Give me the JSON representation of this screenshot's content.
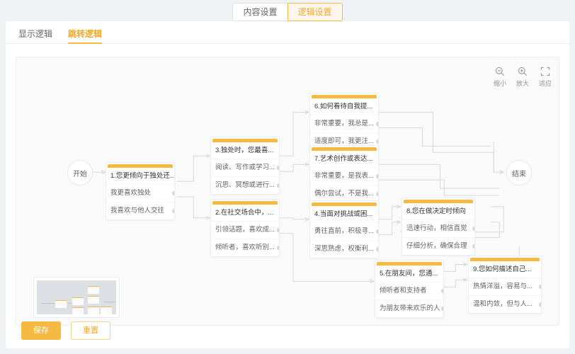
{
  "topbar": {
    "tabs": [
      {
        "label": "内容设置",
        "active": false
      },
      {
        "label": "逻辑设置",
        "active": true
      }
    ]
  },
  "subtabs": [
    {
      "label": "显示逻辑",
      "active": false
    },
    {
      "label": "跳转逻辑",
      "active": true
    }
  ],
  "canvas": {
    "zoom_controls": [
      {
        "icon": "zoom-out-icon",
        "label": "缩小"
      },
      {
        "icon": "zoom-in-icon",
        "label": "放大"
      },
      {
        "icon": "fit-screen-icon",
        "label": "适应"
      }
    ],
    "start_label": "开始",
    "end_label": "结束",
    "nodes": [
      {
        "id": "n1",
        "title": "1.您更倾向于独处还...",
        "options": [
          "我更喜欢独处",
          "我喜欢与他人交往"
        ]
      },
      {
        "id": "n3",
        "title": "3.独处时，您最喜...",
        "options": [
          "阅读、写作或学习...",
          "沉思、冥想或进行..."
        ]
      },
      {
        "id": "n2",
        "title": "2.在社交场合中，...",
        "options": [
          "引领话题，喜欢成...",
          "倾听者，喜欢听别..."
        ]
      },
      {
        "id": "n6",
        "title": "6.如何看待自我提...",
        "options": [
          "非常重要，我总是...",
          "适度即可，我更注..."
        ]
      },
      {
        "id": "n7",
        "title": "7.艺术创作或表达...",
        "options": [
          "非常重要，是我表...",
          "偶尔尝试，不是我..."
        ]
      },
      {
        "id": "n4",
        "title": "4.当面对挑战或困...",
        "options": [
          "勇往直前，积极寻...",
          "深思熟虑，权衡利..."
        ]
      },
      {
        "id": "n5",
        "title": "5.在朋友间，您通...",
        "options": [
          "倾听者和支持者",
          "为朋友带来欢乐的人"
        ]
      },
      {
        "id": "n8",
        "title": "8.您在做决定时倾向",
        "options": [
          "迅速行动，相信直觉",
          "仔细分析，确保合理"
        ]
      },
      {
        "id": "n9",
        "title": "9.您如何描述自己...",
        "options": [
          "热情洋溢，容易与...",
          "温和内敛，但与人..."
        ]
      }
    ]
  },
  "footer": {
    "save_label": "保存",
    "reset_label": "重置"
  },
  "colors": {
    "accent": "#f6ba43",
    "accent_text": "#f0a82a",
    "node_header": "#f6ba43",
    "edge": "#d6d8dc",
    "canvas_bg": "#fafafa"
  }
}
